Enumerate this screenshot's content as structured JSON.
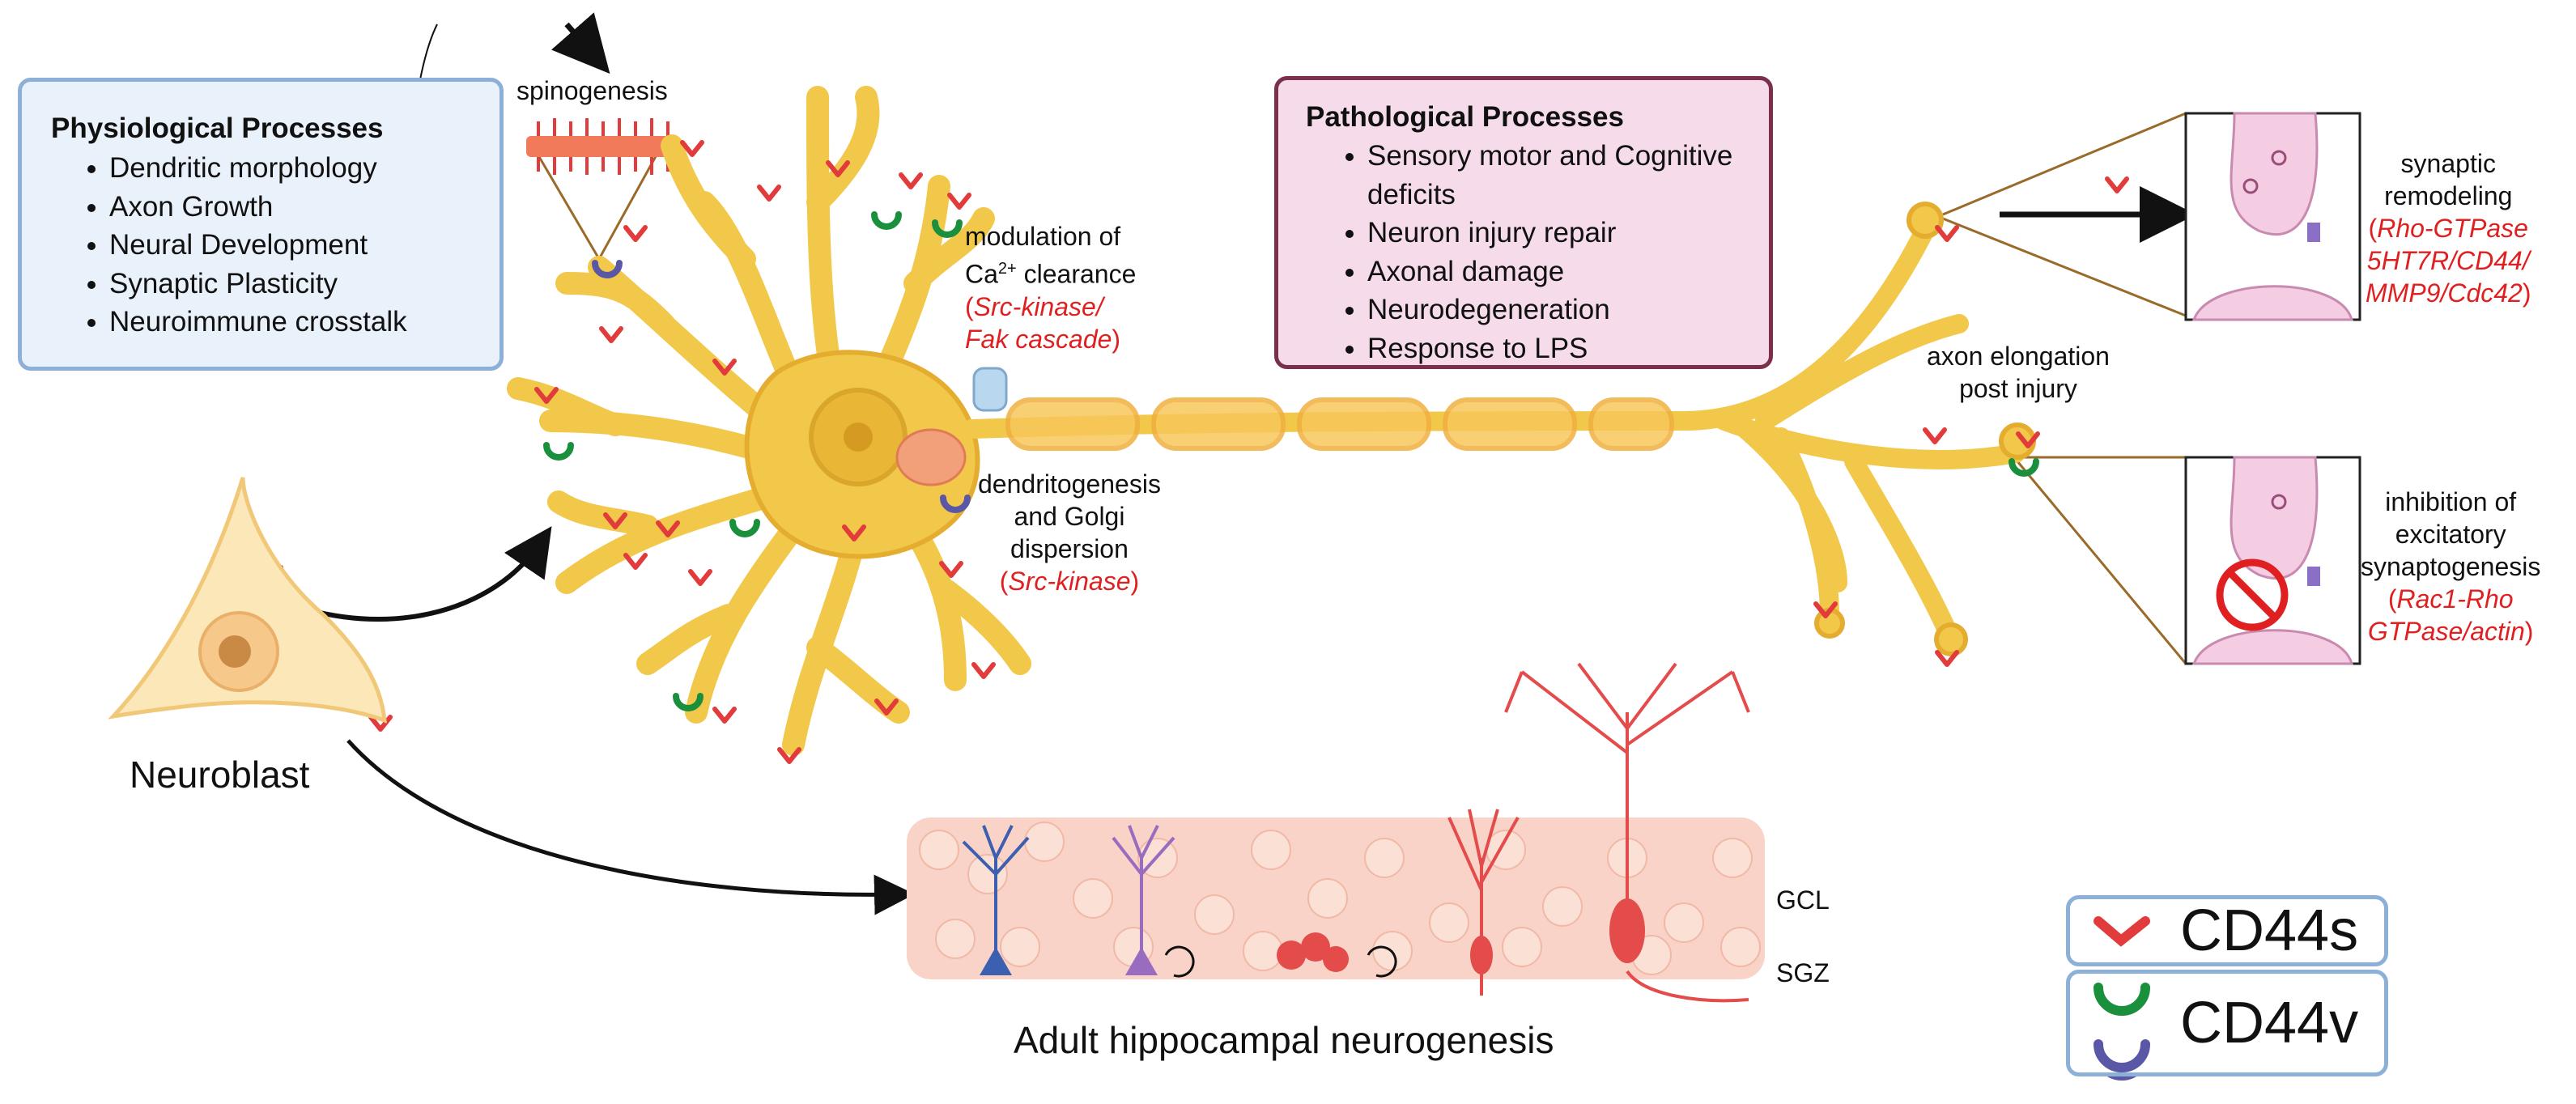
{
  "colors": {
    "neuron_fill": "#f2c84b",
    "neuron_stroke": "#e5ad2f",
    "cd44s": "#e23b3b",
    "cd44v_green": "#1a8f3c",
    "cd44v_purple": "#5a57a6",
    "phys_box_fill": "#e9f1fa",
    "phys_box_border": "#8cb0d8",
    "path_box_fill": "#f6dcea",
    "path_box_border": "#7a2f4c",
    "annotation_red": "#e02020"
  },
  "physiological": {
    "title": "Physiological Processes",
    "items": [
      "Dendritic morphology",
      "Axon Growth",
      "Neural Development",
      "Synaptic Plasticity",
      "Neuroimmune crosstalk"
    ]
  },
  "pathological": {
    "title": "Pathological Processes",
    "items": [
      "Sensory motor and Cognitive deficits",
      "Neuron injury repair",
      "Axonal damage",
      "Neurodegeneration",
      "Response to LPS"
    ]
  },
  "labels": {
    "spinogenesis": "spinogenesis",
    "calcium_line1": "modulation of",
    "calcium_ca": "Ca",
    "calcium_sup": "2+",
    "calcium_tail": " clearance",
    "calcium_pathway_open": "(",
    "calcium_pathway_line1": "Src-kinase/",
    "calcium_pathway_line2": "Fak cascade",
    "calcium_pathway_close": ")",
    "dendrito_line1": "dendritogenesis",
    "dendrito_line2": "and Golgi",
    "dendrito_line3": "dispersion",
    "dendrito_pathway": "Src-kinase",
    "axon_line1": "axon elongation",
    "axon_line2": "post injury",
    "syn_line1": "synaptic",
    "syn_line2": "remodeling",
    "syn_pathway_line1": "Rho-GTPase",
    "syn_pathway_line2": "5HT7R/CD44/",
    "syn_pathway_line3": "MMP9/Cdc42",
    "inh_line1": "inhibition of",
    "inh_line2": "excitatory",
    "inh_line3": "synaptogenesis",
    "inh_pathway_line1": "Rac1-Rho",
    "inh_pathway_line2": "GTPase/actin",
    "neuroblast": "Neuroblast",
    "gcl": "GCL",
    "sgz": "SGZ",
    "hippocampal": "Adult hippocampal neurogenesis"
  },
  "legend": {
    "cd44s": "CD44s",
    "cd44v": "CD44v"
  }
}
